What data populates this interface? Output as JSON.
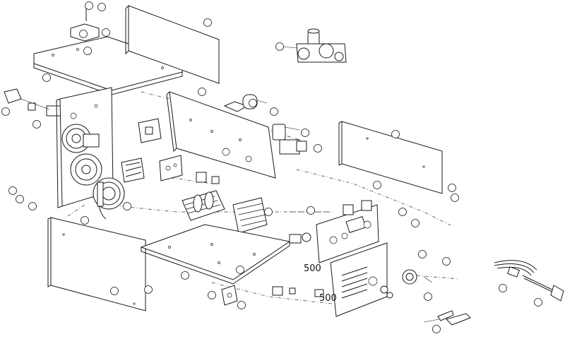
{
  "figure": {
    "type": "exploded-parts-diagram",
    "part_labels": [
      "500",
      "500"
    ],
    "callouts": [
      {
        "id": "c1",
        "text": ""
      },
      {
        "id": "c2",
        "text": ""
      },
      {
        "id": "c3",
        "text": ""
      },
      {
        "id": "c4",
        "text": ""
      },
      {
        "id": "c5",
        "text": ""
      },
      {
        "id": "c6",
        "text": ""
      },
      {
        "id": "c7",
        "text": ""
      },
      {
        "id": "c8",
        "text": ""
      },
      {
        "id": "c9",
        "text": ""
      },
      {
        "id": "c10",
        "text": ""
      },
      {
        "id": "c11",
        "text": ""
      },
      {
        "id": "c12",
        "text": ""
      },
      {
        "id": "c13",
        "text": ""
      },
      {
        "id": "c14",
        "text": ""
      },
      {
        "id": "c15",
        "text": ""
      },
      {
        "id": "c16",
        "text": ""
      },
      {
        "id": "c17",
        "text": ""
      },
      {
        "id": "c18",
        "text": ""
      },
      {
        "id": "c19",
        "text": ""
      },
      {
        "id": "c20",
        "text": ""
      },
      {
        "id": "c21",
        "text": ""
      },
      {
        "id": "c22",
        "text": ""
      },
      {
        "id": "c23",
        "text": ""
      },
      {
        "id": "c24",
        "text": ""
      },
      {
        "id": "c25",
        "text": ""
      },
      {
        "id": "c26",
        "text": ""
      },
      {
        "id": "c27",
        "text": ""
      },
      {
        "id": "c28",
        "text": ""
      },
      {
        "id": "c29",
        "text": ""
      },
      {
        "id": "c30",
        "text": ""
      },
      {
        "id": "c31",
        "text": ""
      },
      {
        "id": "c32",
        "text": ""
      },
      {
        "id": "c33",
        "text": ""
      },
      {
        "id": "c34",
        "text": ""
      },
      {
        "id": "c35",
        "text": ""
      },
      {
        "id": "c36",
        "text": ""
      },
      {
        "id": "c37",
        "text": ""
      },
      {
        "id": "c38",
        "text": ""
      },
      {
        "id": "c39",
        "text": ""
      },
      {
        "id": "c40",
        "text": ""
      }
    ]
  }
}
